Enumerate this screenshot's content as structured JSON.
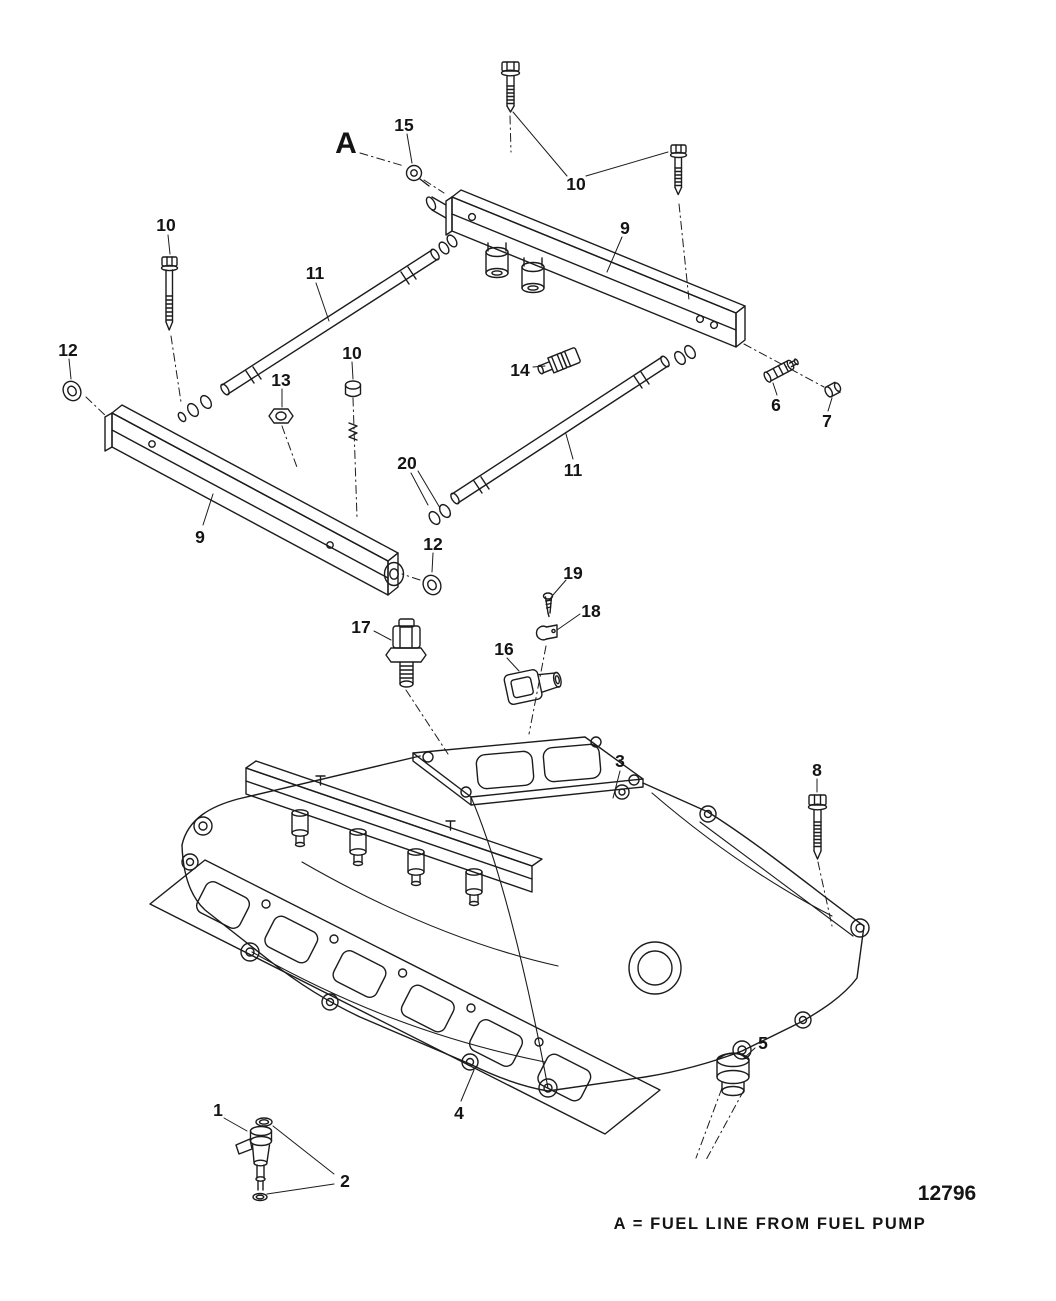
{
  "page": {
    "background": "#ffffff",
    "ink": "#1c1c1c"
  },
  "section_marker": {
    "label": "A"
  },
  "callouts": [
    {
      "label": "15"
    },
    {
      "label": "10"
    },
    {
      "label": "9"
    },
    {
      "label": "10"
    },
    {
      "label": "11"
    },
    {
      "label": "12"
    },
    {
      "label": "13"
    },
    {
      "label": "10"
    },
    {
      "label": "14"
    },
    {
      "label": "6"
    },
    {
      "label": "7"
    },
    {
      "label": "11"
    },
    {
      "label": "20"
    },
    {
      "label": "9"
    },
    {
      "label": "12"
    },
    {
      "label": "19"
    },
    {
      "label": "18"
    },
    {
      "label": "17"
    },
    {
      "label": "16"
    },
    {
      "label": "3"
    },
    {
      "label": "8"
    },
    {
      "label": "5"
    },
    {
      "label": "4"
    },
    {
      "label": "1"
    },
    {
      "label": "2"
    }
  ],
  "footer": {
    "drawing_number": "12796",
    "legend": "A = FUEL LINE FROM FUEL PUMP"
  }
}
